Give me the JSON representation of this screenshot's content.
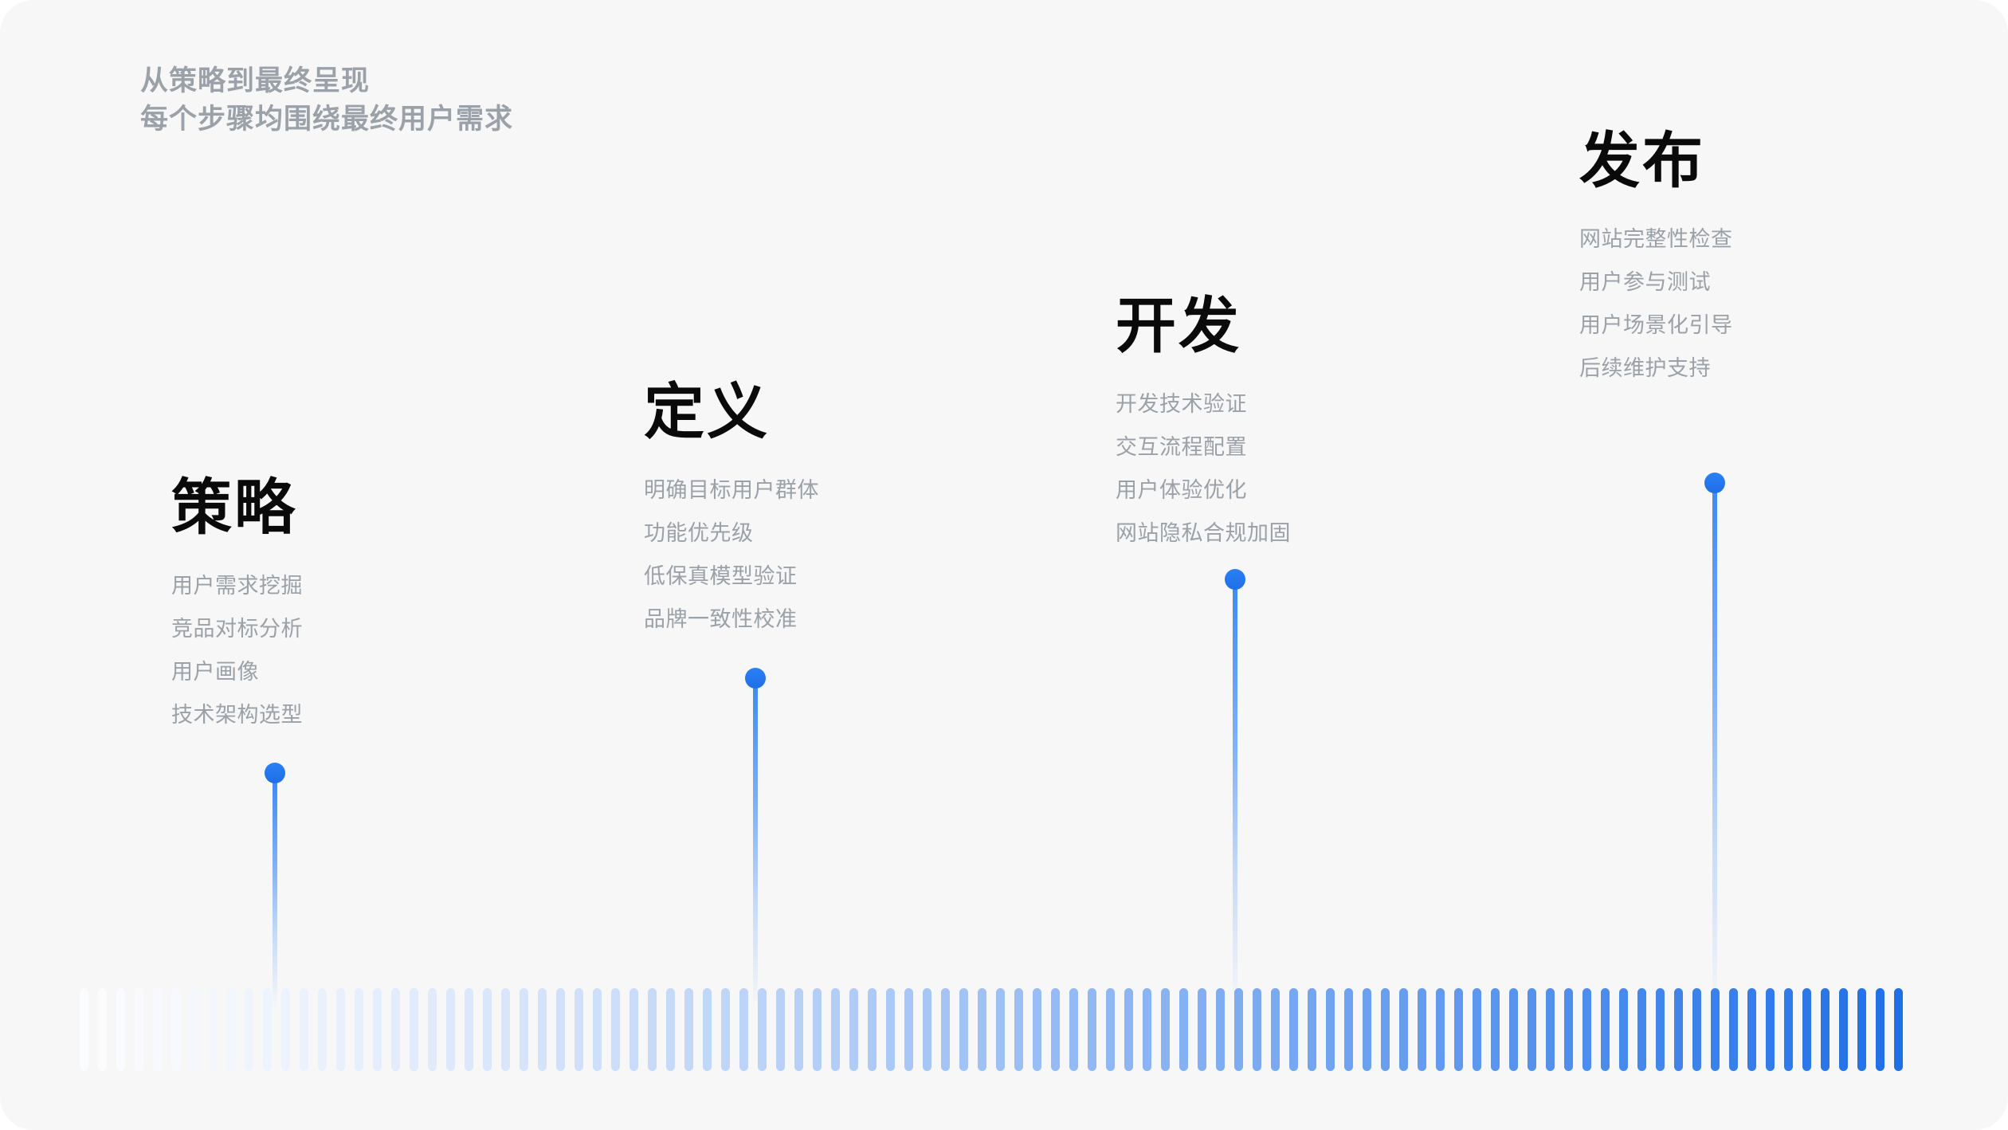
{
  "meta": {
    "background_color": "#f7f7f7",
    "accent_color": "#2b80f6",
    "title_color": "#0a0a0a",
    "muted_color": "#9ba1a8"
  },
  "header": {
    "line1": "从策略到最终呈现",
    "line2": "每个步骤均围绕最终用户需求"
  },
  "stages": [
    {
      "title": "策略",
      "items": [
        "用户需求挖掘",
        "竞品对标分析",
        "用户画像",
        "技术架构选型"
      ]
    },
    {
      "title": "定义",
      "items": [
        "明确目标用户群体",
        "功能优先级",
        "低保真模型验证",
        "品牌一致性校准"
      ]
    },
    {
      "title": "开发",
      "items": [
        "开发技术验证",
        "交互流程配置",
        "用户体验优化",
        "网站隐私合规加固"
      ]
    },
    {
      "title": "发布",
      "items": [
        "网站完整性检查",
        "用户参与测试",
        "用户场景化引导",
        "后续维护支持"
      ]
    }
  ],
  "chart_data": {
    "type": "bar",
    "title": "",
    "xlabel": "",
    "ylabel": "",
    "grid": false,
    "legend": false,
    "description": "Equal-height rounded bars forming a baseline ramp; opacity/color intensity increases left to right from near-white to vivid blue.",
    "bar_count": 100,
    "bar_height_uniform": 104,
    "color_start": "#fbfcfe",
    "color_end": "#1f6fe8",
    "categories": [],
    "values": []
  }
}
